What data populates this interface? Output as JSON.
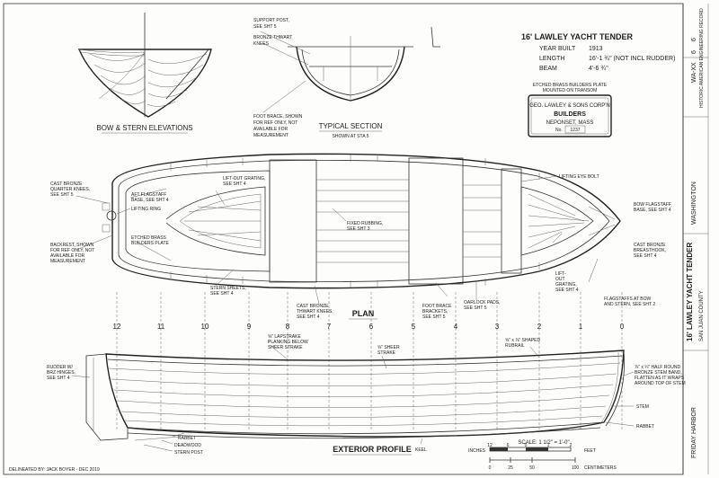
{
  "title_block": {
    "title": "16' LAWLEY YACHT TENDER",
    "rows": [
      {
        "label": "YEAR BUILT",
        "value": "1913"
      },
      {
        "label": "LENGTH",
        "value": "16'-1 ¾\" (NOT INCL RUDDER)"
      },
      {
        "label": "BEAM",
        "value": "4'-6 ¾\""
      }
    ]
  },
  "plate": {
    "caption_1": "ETCHED BRASS BUILDERS PLATE",
    "caption_2": "MOUNTED ON TRANSOM",
    "line_1": "GEO. LAWLEY & SONS CORP'N",
    "line_2": "BUILDERS",
    "line_3": "NEPONSET, MASS",
    "no_label": "No.",
    "no_value": "1237"
  },
  "views": {
    "elevations": "BOW & STERN ELEVATIONS",
    "section": "TYPICAL SECTION",
    "section_sub": "SHOWN AT STA 5",
    "plan": "PLAN",
    "profile": "EXTERIOR PROFILE"
  },
  "section_labels": {
    "support_post": [
      "SUPPORT POST,",
      "SEE SHT 5"
    ],
    "bronze_knees": [
      "BRONZE THWART",
      "KNEES"
    ],
    "foot_brace": [
      "FOOT BRACE, SHOWN",
      "FOR REF ONLY, NOT",
      "AVAILABLE FOR",
      "MEASUREMENT"
    ]
  },
  "plan_labels": {
    "cast_bronze_quarter": [
      "CAST BRONZE",
      "QUARTER KNEES,",
      "SEE SHT 5"
    ],
    "aft_flagstaff": [
      "AFT FLAGSTAFF",
      "BASE, SEE SHT 4"
    ],
    "lifting_ring": [
      "LIFTING RING"
    ],
    "etched_brass": [
      "ETCHED BRASS",
      "BUILDERS PLATE"
    ],
    "backrest": [
      "BACKREST, SHOWN",
      "FOR REF ONLY, NOT",
      "AVAILABLE FOR",
      "MEASUREMENT"
    ],
    "lift_out_grating": [
      "LIFT-OUT GRATING,",
      "SEE SHT 4"
    ],
    "fixed_rubbing": [
      "FIXED RUBBING,",
      "SEE SHT 3"
    ],
    "stern_sheets": [
      "STERN SHEETS,",
      "SEE SHT 4"
    ],
    "cast_bronze_thwart": [
      "CAST BRONZE",
      "THWART KNEES,",
      "SEE SHT 4"
    ],
    "foot_brace_brackets": [
      "FOOT BRACE",
      "BRACKETS,",
      "SEE SHT 5"
    ],
    "oarlock_pads": [
      "OARLOCK PADS,",
      "SEE SHT 5"
    ],
    "lifting_eye": [
      "LIFTING EYE BOLT"
    ],
    "bow_flagstaff": [
      "BOW FLAGSTAFF",
      "BASE, SEE SHT 4"
    ],
    "cast_bronze_breasthook": [
      "CAST BRONZE",
      "BREASTHOOK,",
      "SEE SHT 4"
    ],
    "lift_out_grating_2": [
      "LIFT-",
      "OUT",
      "GRATING,",
      "SEE SHT 4"
    ],
    "flagstaffs": [
      "FLAGSTAFFS AT BOW",
      "AND STERN, SEE SHT 2"
    ]
  },
  "stations": [
    "12",
    "11",
    "10",
    "9",
    "8",
    "7",
    "6",
    "5",
    "4",
    "3",
    "2",
    "1",
    "0"
  ],
  "profile_labels": {
    "lapstrake": [
      "⅝\" LAPSTRAKE",
      "PLANKING BELOW",
      "SHEER STRAKE"
    ],
    "sheer_strake": [
      "⅝\" SHEER",
      "STRAKE"
    ],
    "rubrail": [
      "⅝\" x ⅞\" SHAPED",
      "RUBRAIL"
    ],
    "rudder": [
      "RUDDER W/",
      "BRZ HINGES,",
      "SEE SHT 4"
    ],
    "stem_band": [
      "⅞\" x ¼\" HALF ROUND",
      "BRONZE STEM BAND,",
      "FLATTEN AS IT WRAPS",
      "AROUND TOP OF STEM"
    ],
    "stem": "STEM",
    "rabbet_bow": "RABBET",
    "rabbet_stern": "RABBET",
    "deadwood": "DEADWOOD",
    "stern_post": "STERN POST",
    "keel": "KEEL"
  },
  "scale": {
    "label": "SCALE: 1 1/2\" = 1'-0\"",
    "inches": "INCHES",
    "feet": "FEET",
    "centimeters": "CENTIMETERS",
    "marks_in": [
      "12",
      "6",
      "0",
      "1",
      "2"
    ],
    "marks_cm": [
      "0",
      "25",
      "50",
      "100"
    ]
  },
  "delineated": "DELINEATED BY: JACK BOYER · DEC 2019",
  "side_block": {
    "project": "16' LAWLEY YACHT TENDER",
    "location": "SAN JUAN COUNTY",
    "harbor": "FRIDAY HARBOR",
    "state": "WASHINGTON",
    "sheet": "6",
    "of": "6",
    "number": "WA-XX",
    "agency": "HISTORIC AMERICAN ENGINEERING RECORD"
  },
  "colors": {
    "ink": "#222222",
    "paper": "#fdfdfb"
  }
}
